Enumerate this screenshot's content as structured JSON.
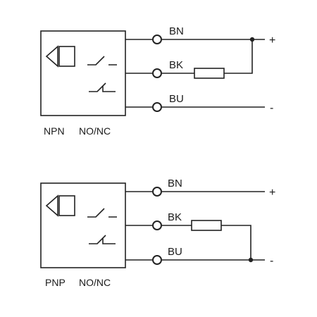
{
  "colors": {
    "line": "#222222",
    "background": "#ffffff"
  },
  "diagrams": [
    {
      "type_label": "NPN",
      "mode_label": "NO/NC",
      "wires": [
        {
          "label": "BN",
          "sign": "+"
        },
        {
          "label": "BK",
          "sign": ""
        },
        {
          "label": "BU",
          "sign": "-"
        }
      ]
    },
    {
      "type_label": "PNP",
      "mode_label": "NO/NC",
      "wires": [
        {
          "label": "BN",
          "sign": "+"
        },
        {
          "label": "BK",
          "sign": ""
        },
        {
          "label": "BU",
          "sign": "-"
        }
      ]
    }
  ]
}
